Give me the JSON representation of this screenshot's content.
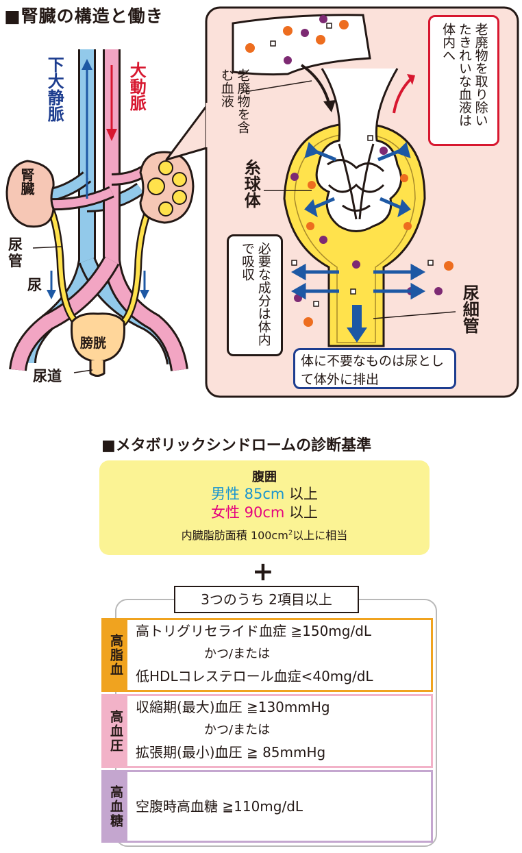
{
  "kidney": {
    "title": "■腎臓の構造と働き",
    "ivc_label": "下大静脈",
    "aorta_label": "大動脈",
    "kidney_label": "腎臓",
    "ureter_label": "尿管",
    "urine_label": "尿",
    "bladder_label": "膀胱",
    "urethra_label": "尿道",
    "waste_blood_label": "老廃物を含む血液",
    "clean_blood_note": "老廃物を取り除いたきれいな血液は体内へ",
    "glomerulus_label": "糸球体",
    "reabsorb_note": "必要な成分は体内で吸収",
    "tubule_label": "尿細管",
    "excrete_note": "体に不要なものは尿として体外に排出",
    "colors": {
      "vein": "#92c9ea",
      "artery": "#f2a5c3",
      "ureter": "#ffe24c",
      "kidney": "#f6c7b5",
      "inset_bg": "#fbe1da",
      "tubule": "#ffe24c",
      "arrow_blue": "#1d58a4",
      "arrow_red": "#d7172f"
    }
  },
  "metabolic": {
    "title": "■メタボリックシンドロームの診断基準",
    "waist": {
      "heading": "腹囲",
      "male_label": "男性 85cm",
      "male_suffix": "以上",
      "female_label": "女性 90cm",
      "female_suffix": "以上",
      "visceral_prefix": "内臓脂肪面積 100cm",
      "visceral_sup": "2",
      "visceral_suffix": "以上に相当",
      "bg_color": "#fbf394"
    },
    "plus": "+",
    "criteria_header": "3つのうち 2項目以上",
    "categories": [
      {
        "name": "高脂血",
        "lines": [
          "高トリグリセライド血症 ≧150mg/dL",
          "かつ/または",
          "低HDLコレステロール血症<40mg/dL"
        ],
        "color": "#f0a31f"
      },
      {
        "name": "高血圧",
        "lines": [
          "収縮期(最大)血圧 ≧130mmHg",
          "かつ/または",
          "拡張期(最小)血圧 ≧ 85mmHg"
        ],
        "color": "#f2b2c8"
      },
      {
        "name": "高血糖",
        "lines": [
          "空腹時高血糖 ≧110mg/dL"
        ],
        "color": "#c4a6cf"
      }
    ]
  }
}
